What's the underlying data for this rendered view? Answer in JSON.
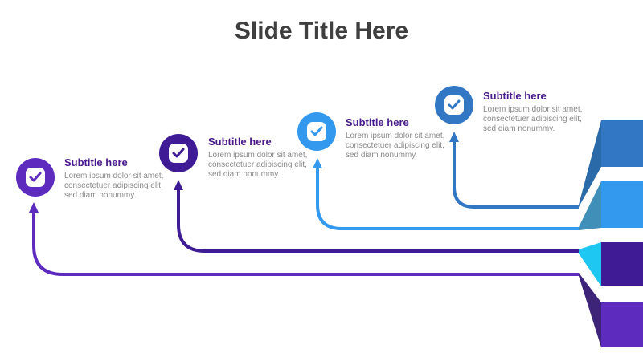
{
  "title": "Slide Title Here",
  "colors": {
    "purple_light": "#5e2bbf",
    "purple_dark": "#3f1c96",
    "blue_light": "#3399ee",
    "blue_mid": "#3277c4",
    "cyan": "#1ec6f2",
    "subtitle_text": "#4a1a8c",
    "body_text": "#8a8a8a"
  },
  "steps": [
    {
      "subtitle": "Subtitle here",
      "body": "Lorem ipsum dolor sit amet, consectetuer adipiscing elit, sed diam nonummy.",
      "icon": "check-icon",
      "color": "#5e2bbf"
    },
    {
      "subtitle": "Subtitle here",
      "body": "Lorem ipsum dolor sit amet, consectetuer adipiscing elit, sed diam nonummy.",
      "icon": "check-icon",
      "color": "#3f1c96"
    },
    {
      "subtitle": "Subtitle here",
      "body": "Lorem ipsum dolor sit amet, consectetuer adipiscing elit, sed diam nonummy.",
      "icon": "check-icon",
      "color": "#3399ee"
    },
    {
      "subtitle": "Subtitle here",
      "body": "Lorem ipsum dolor sit amet, consectetuer adipiscing elit, sed diam nonummy.",
      "icon": "check-icon",
      "color": "#3277c4"
    }
  ]
}
